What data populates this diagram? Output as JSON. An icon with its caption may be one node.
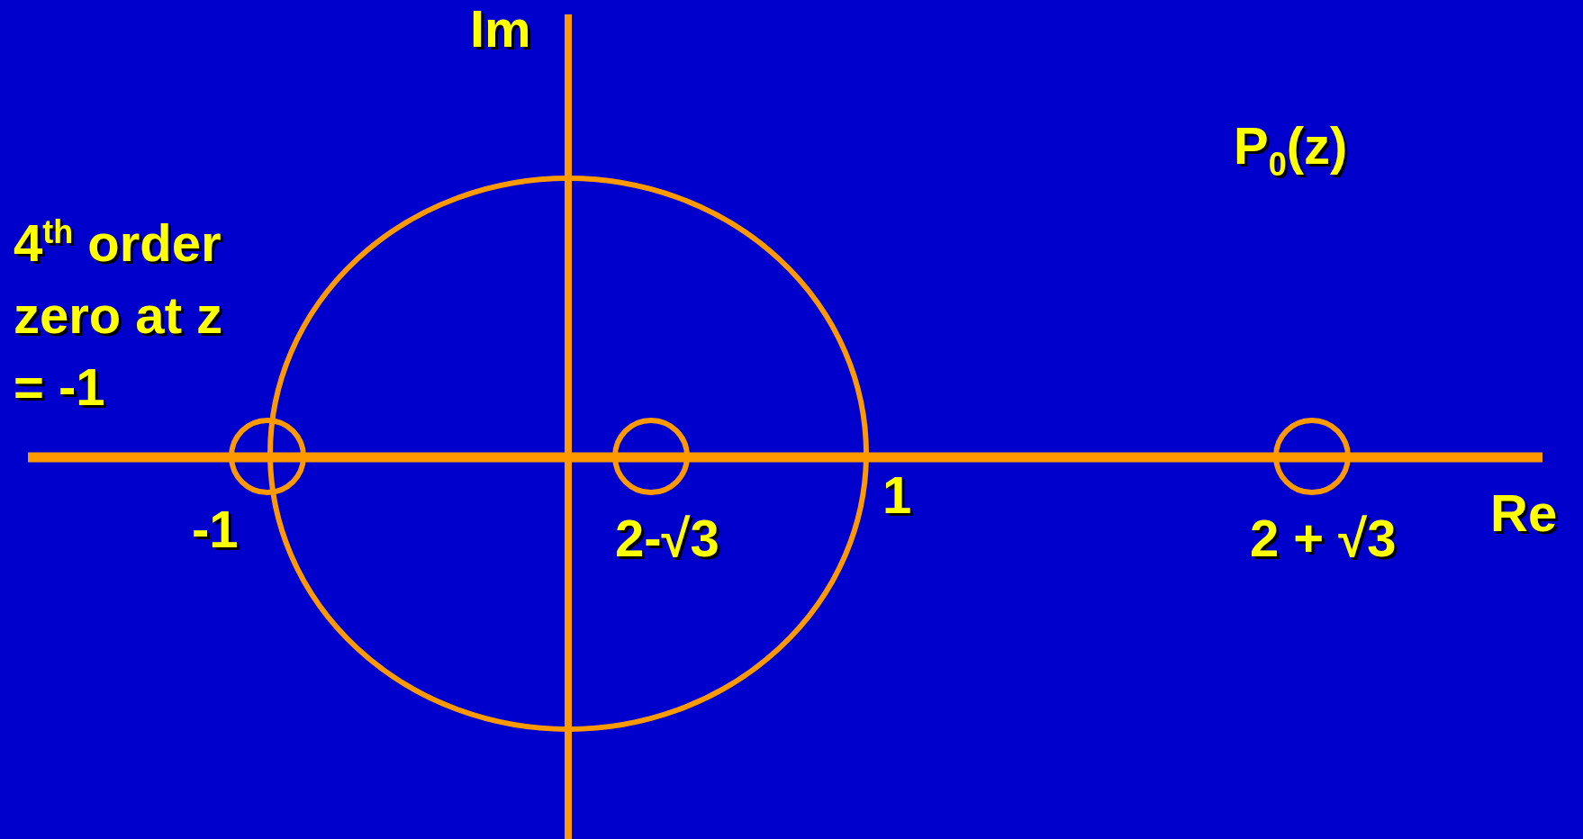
{
  "diagram": {
    "labels": [
      "Im",
      "P$_{0}$(z)",
      "4$^{th}$ order zero at z = -1",
      "-1",
      "2-√3",
      "1",
      "2 + √3",
      "Re"
    ]
  }
}
